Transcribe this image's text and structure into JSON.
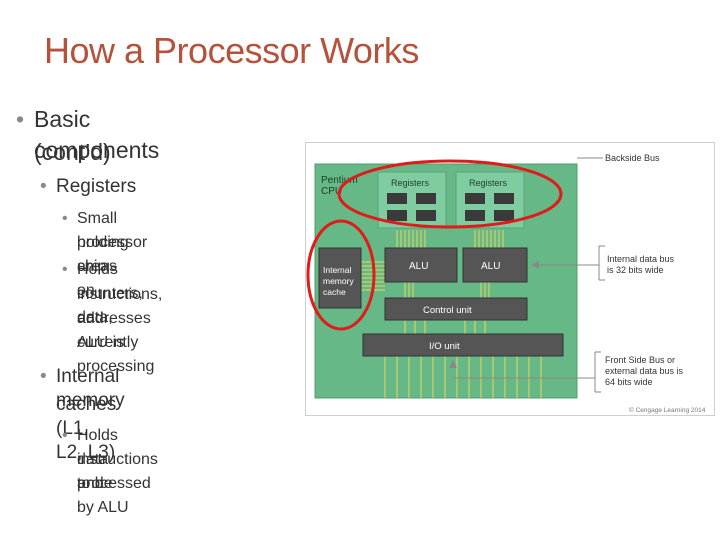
{
  "slide": {
    "title": "How a Processor Works",
    "bullets": {
      "basic_1": "Basic components",
      "basic_2": "(cont’d)",
      "registers": "Registers",
      "reg_sub1_l1": "Small holding areas on",
      "reg_sub1_l2": "processor chip",
      "reg_sub2_l1": "Holds counters, data,",
      "reg_sub2_l2": "instructions, and",
      "reg_sub2_l3": "addresses ALU is",
      "reg_sub2_l4": "currently processing",
      "cache_1": "Internal memory",
      "cache_2": "caches (L1, L2, L3)",
      "cache_sub1_l1": "Holds data and",
      "cache_sub1_l2": "instructions to be",
      "cache_sub1_l3": "processed by ALU"
    }
  },
  "diagram": {
    "cpu_label_1": "Pentium",
    "cpu_label_2": "CPU",
    "registers_left": "Registers",
    "registers_right": "Registers",
    "alu_left": "ALU",
    "alu_right": "ALU",
    "cache_1": "Internal",
    "cache_2": "memory",
    "cache_3": "cache",
    "control_unit": "Control unit",
    "io_unit": "I/O unit",
    "backside_bus": "Backside Bus",
    "internal_bus_1": "Internal data bus",
    "internal_bus_2": "is 32 bits wide",
    "fsb_1": "Front Side Bus or",
    "fsb_2": "external data bus is",
    "fsb_3": "64 bits wide",
    "copyright": "© Cengage Learning 2014"
  },
  "colors": {
    "title": "#b5523b",
    "board_green": "#66b886",
    "highlight_red": "#e01b1b"
  }
}
